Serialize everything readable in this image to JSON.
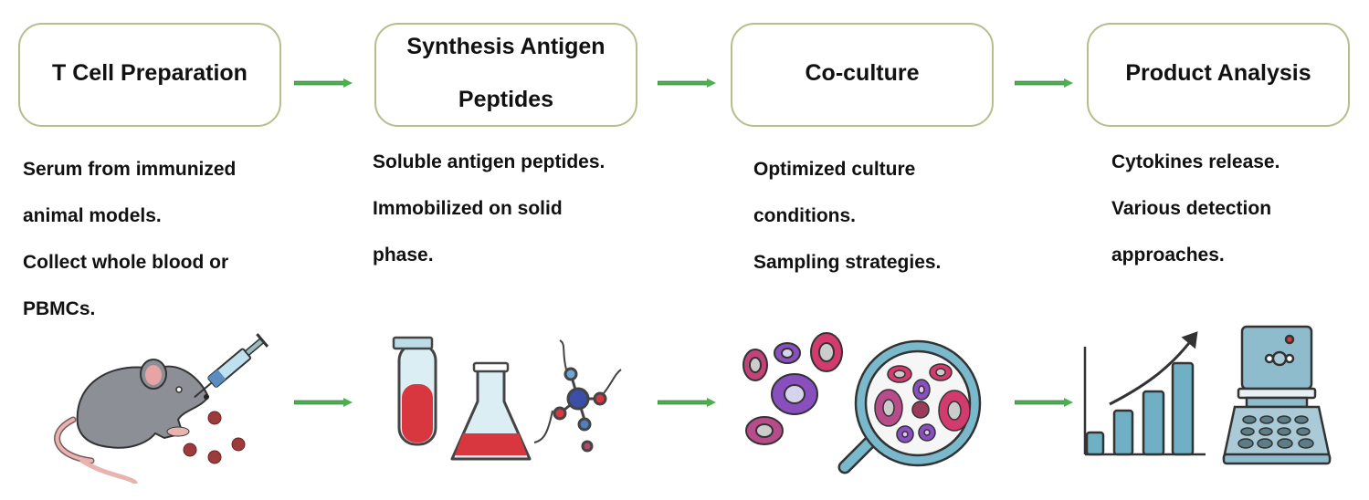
{
  "steps": [
    {
      "title": "T Cell Preparation",
      "lines": [
        "Serum from immunized",
        "animal models.",
        "Collect whole blood or",
        "PBMCs."
      ],
      "illustration": "mouse-syringe-blood-cells"
    },
    {
      "title_line1": "Synthesis Antigen",
      "title_line2": "Peptides",
      "lines": [
        "Soluble antigen peptides.",
        "Immobilized on solid",
        "phase."
      ],
      "illustration": "test-tube-flask-molecule"
    },
    {
      "title": "Co-culture",
      "lines": [
        "Optimized culture",
        "conditions.",
        "Sampling strategies."
      ],
      "illustration": "cells-magnifier"
    },
    {
      "title": "Product Analysis",
      "lines": [
        "Cytokines release.",
        "Various detection",
        "approaches."
      ],
      "illustration": "bar-chart-analyzer"
    }
  ],
  "colors": {
    "box_border": "#b9bd8a",
    "arrow": "#4caf50",
    "red": "#d9373f",
    "blue_gray": "#6fb0c4",
    "mouse": "#8c8f95",
    "magenta": "#c2437a",
    "purple": "#8a4fbf"
  }
}
